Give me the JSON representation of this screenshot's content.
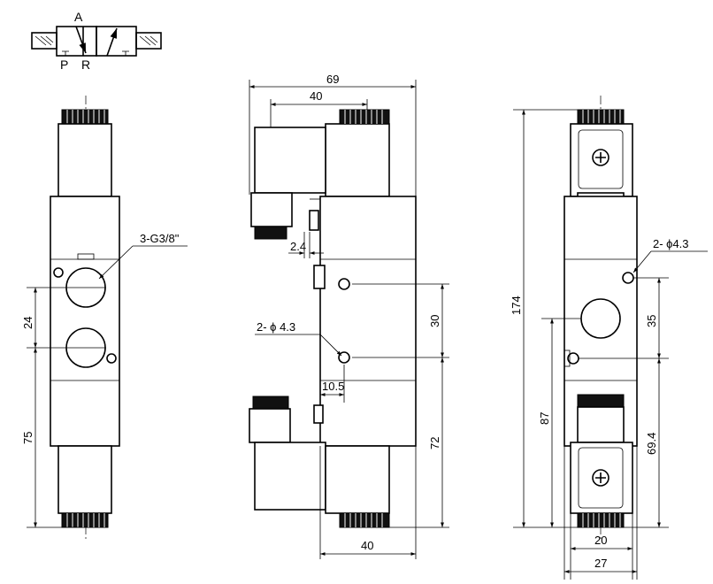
{
  "symbol": {
    "port_a": "A",
    "port_p": "P",
    "port_r": "R"
  },
  "front_view": {
    "port_thread": "3-G3/8\"",
    "dim_port_pitch": "24",
    "dim_port_to_bottom": "75"
  },
  "side_view": {
    "dim_overall_width": "69",
    "dim_coil_width": "40",
    "dim_base_width": "40",
    "dim_offset": "2.4",
    "dim_hole_offset": "10.5",
    "mount_holes": "2- ϕ 4.3",
    "dim_hole_pitch": "30",
    "dim_hole_to_bottom": "72"
  },
  "right_view": {
    "mount_holes": "2- ϕ4.3",
    "dim_overall_length": "174",
    "dim_hole_pitch": "35",
    "dim_lower_hole": "87",
    "dim_hole_to_end": "69.4",
    "dim_width_inner": "20",
    "dim_width_outer": "27"
  }
}
